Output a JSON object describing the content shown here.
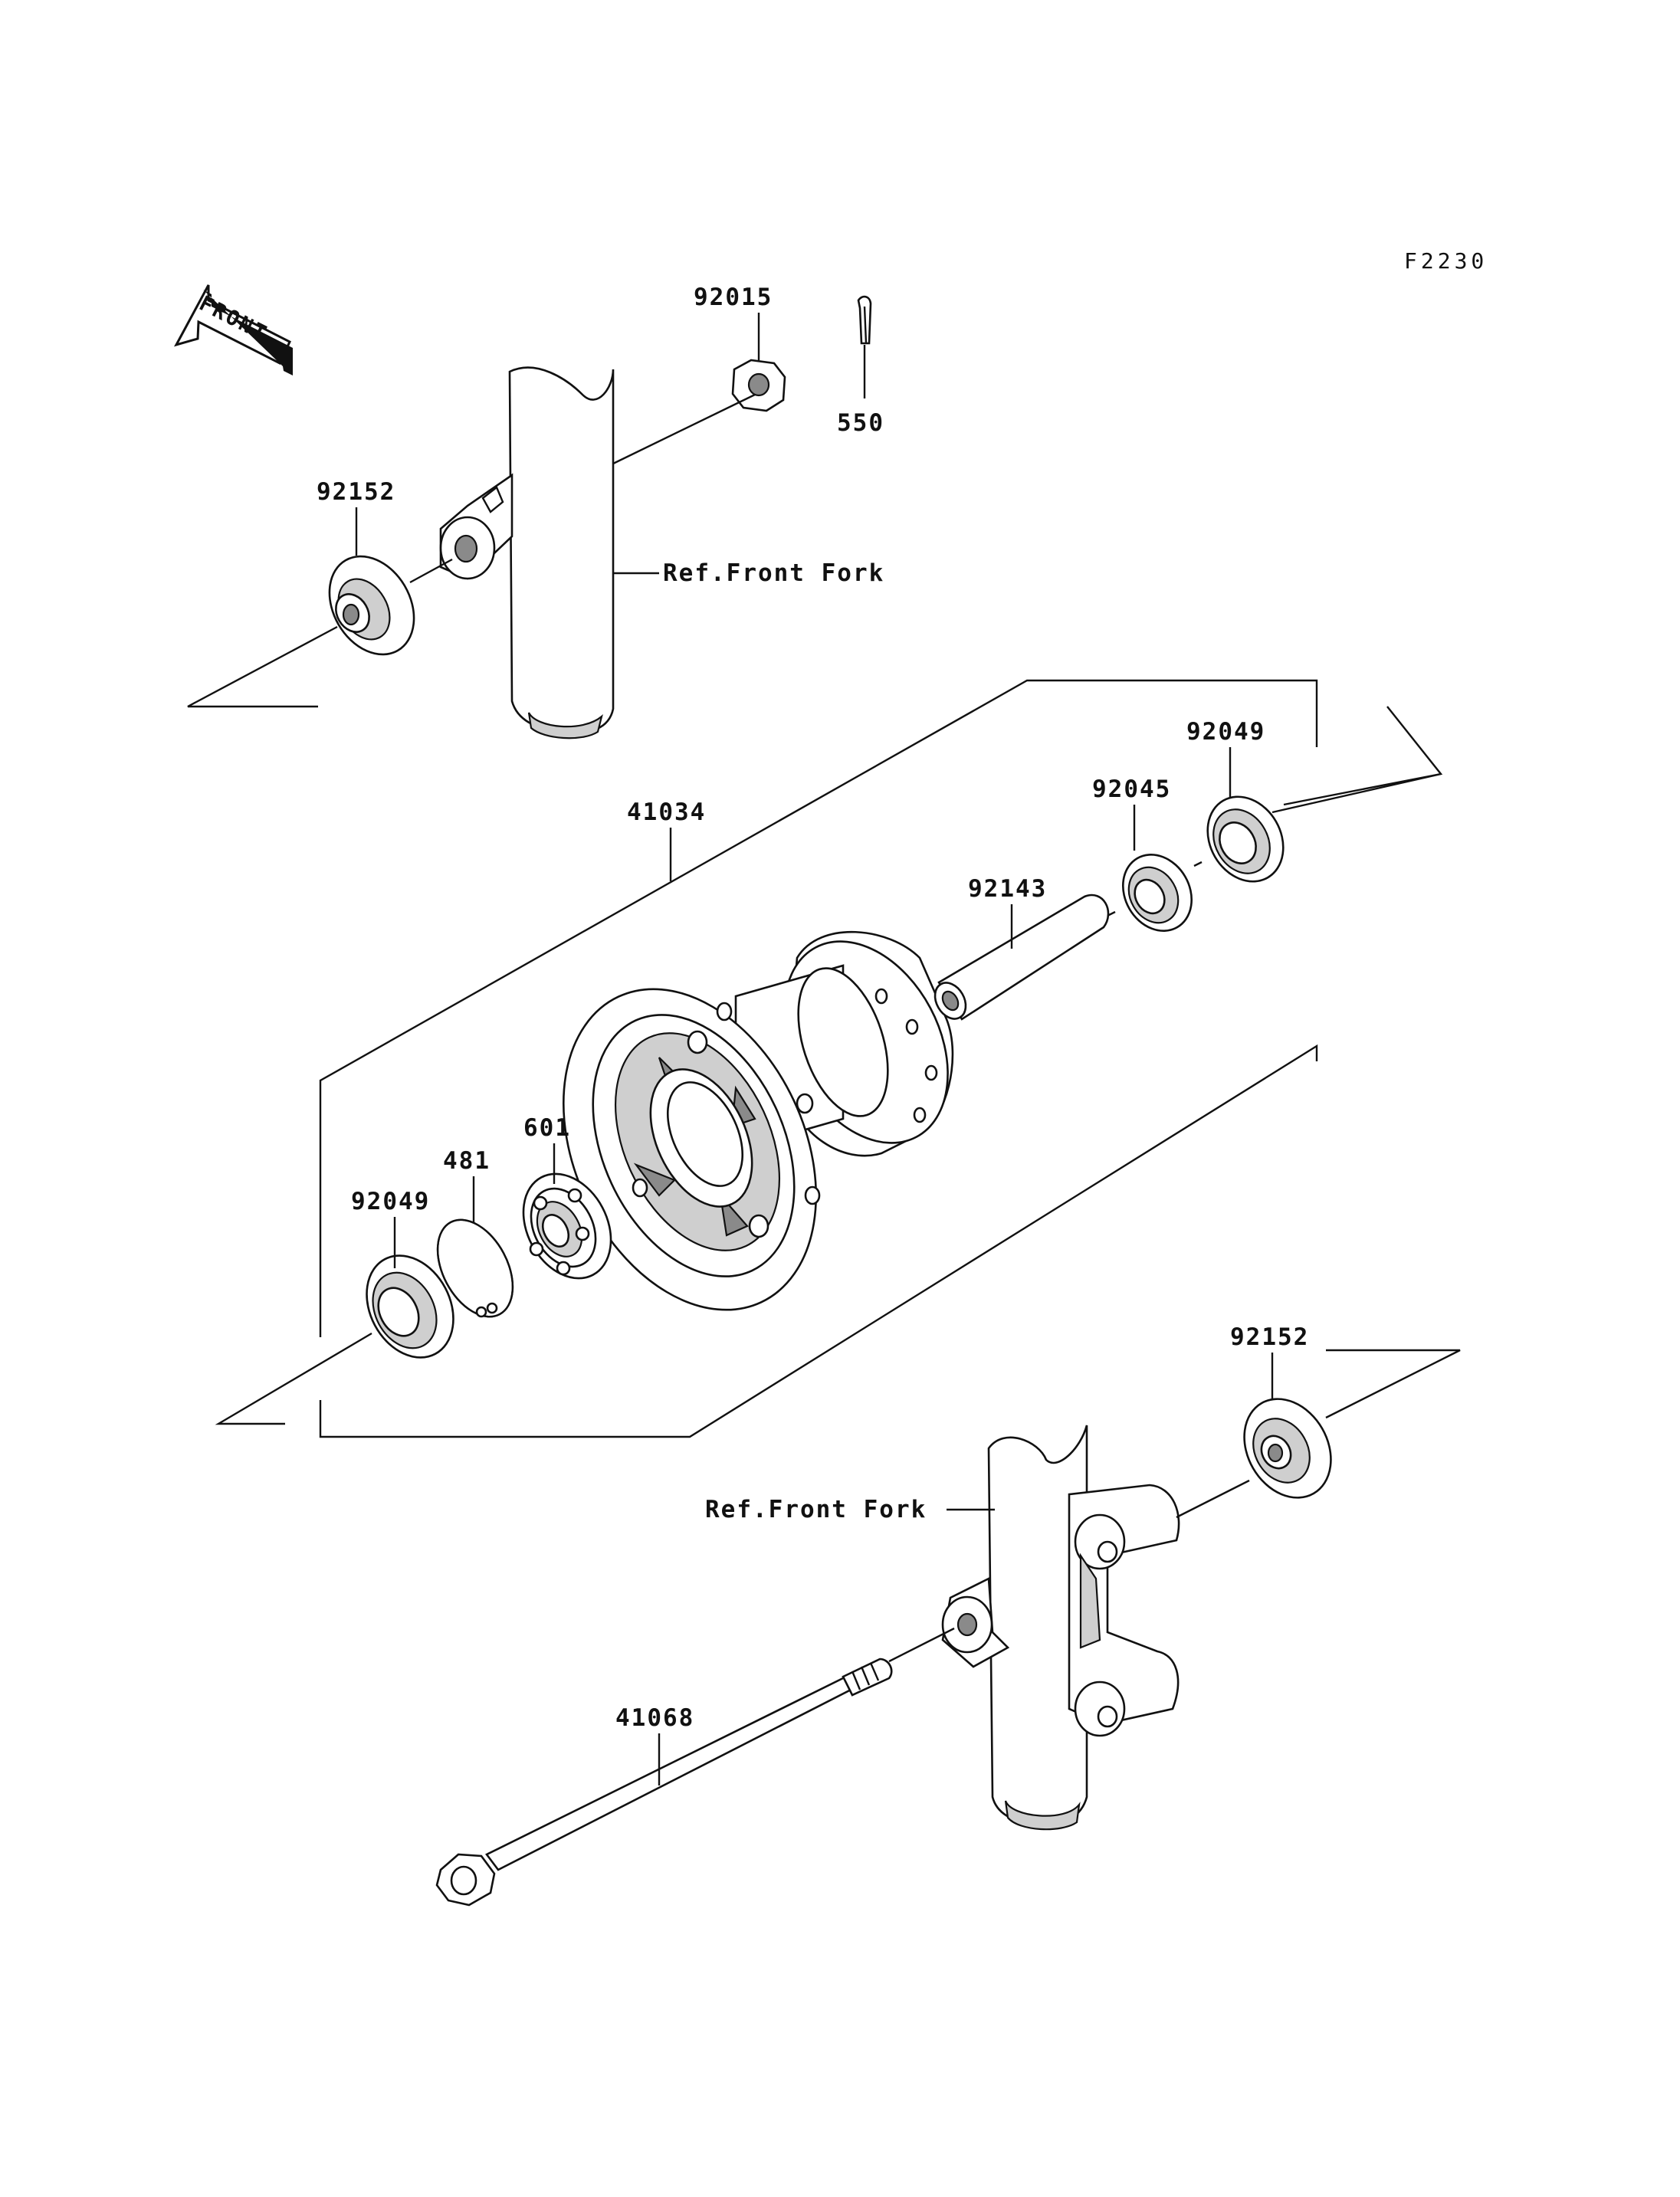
{
  "figure_code": "F2230",
  "front_arrow_text": "FRONT",
  "labels": {
    "nut_top": "92015",
    "cotter_pin": "550",
    "collar_left": "92152",
    "fork_ref_upper": "Ref.Front Fork",
    "seal_right": "92049",
    "bearing_right": "92045",
    "hub_assembly": "41034",
    "distance_tube": "92143",
    "bearing_left": "601",
    "circlip": "481",
    "seal_left": "92049",
    "collar_right": "92152",
    "fork_ref_lower": "Ref.Front Fork",
    "axle": "41068"
  }
}
